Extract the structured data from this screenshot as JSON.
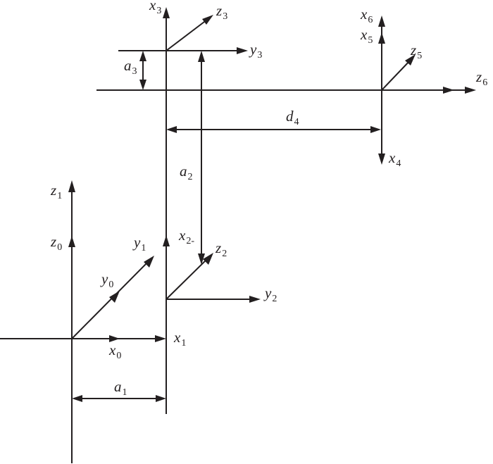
{
  "colors": {
    "ink": "#231f20",
    "background": "#ffffff"
  },
  "labels": {
    "z0": {
      "base": "z",
      "sub": "0"
    },
    "z1": {
      "base": "z",
      "sub": "1"
    },
    "y0": {
      "base": "y",
      "sub": "0"
    },
    "y1": {
      "base": "y",
      "sub": "1"
    },
    "x0": {
      "base": "x",
      "sub": "0"
    },
    "x1": {
      "base": "x",
      "sub": "1"
    },
    "a1": {
      "base": "a",
      "sub": "1"
    },
    "x2": {
      "base": "x",
      "sub": "2-"
    },
    "z2": {
      "base": "z",
      "sub": "2"
    },
    "y2": {
      "base": "y",
      "sub": "2"
    },
    "a2": {
      "base": "a",
      "sub": "2"
    },
    "x3": {
      "base": "x",
      "sub": "3"
    },
    "z3": {
      "base": "z",
      "sub": "3"
    },
    "y3": {
      "base": "y",
      "sub": "3"
    },
    "a3": {
      "base": "a",
      "sub": "3"
    },
    "d4": {
      "base": "d",
      "sub": "4"
    },
    "x4": {
      "base": "x",
      "sub": "4"
    },
    "x5": {
      "base": "x",
      "sub": "5"
    },
    "x6": {
      "base": "x",
      "sub": "6"
    },
    "z5": {
      "base": "z",
      "sub": "5"
    },
    "z6": {
      "base": "z",
      "sub": "6"
    }
  }
}
